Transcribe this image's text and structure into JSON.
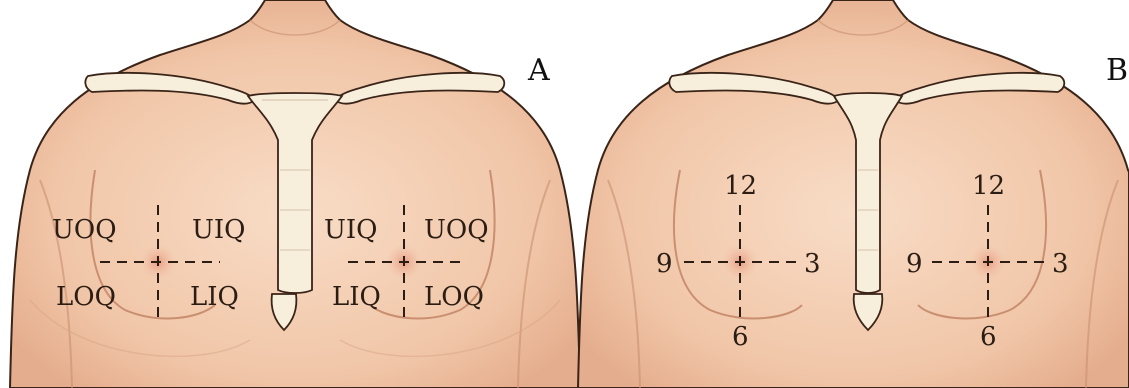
{
  "panels": [
    {
      "id": "A",
      "label": "A",
      "quadrants": {
        "right_breast": {
          "upper_outer": "UOQ",
          "upper_inner": "UIQ",
          "lower_outer": "LOQ",
          "lower_inner": "LIQ"
        },
        "left_breast": {
          "upper_inner": "UIQ",
          "upper_outer": "UOQ",
          "lower_inner": "LIQ",
          "lower_outer": "LOQ"
        }
      }
    },
    {
      "id": "B",
      "label": "B",
      "clock": {
        "right_breast": {
          "top": "12",
          "left": "9",
          "right": "3",
          "bottom": "6"
        },
        "left_breast": {
          "top": "12",
          "left": "9",
          "right": "3",
          "bottom": "6"
        }
      }
    }
  ],
  "colors": {
    "skin": "#f5d2b8",
    "skin_shadow": "#e8b394",
    "bone": "#f7efdc",
    "outline": "#3a2418",
    "areola": "#e9a98e"
  }
}
